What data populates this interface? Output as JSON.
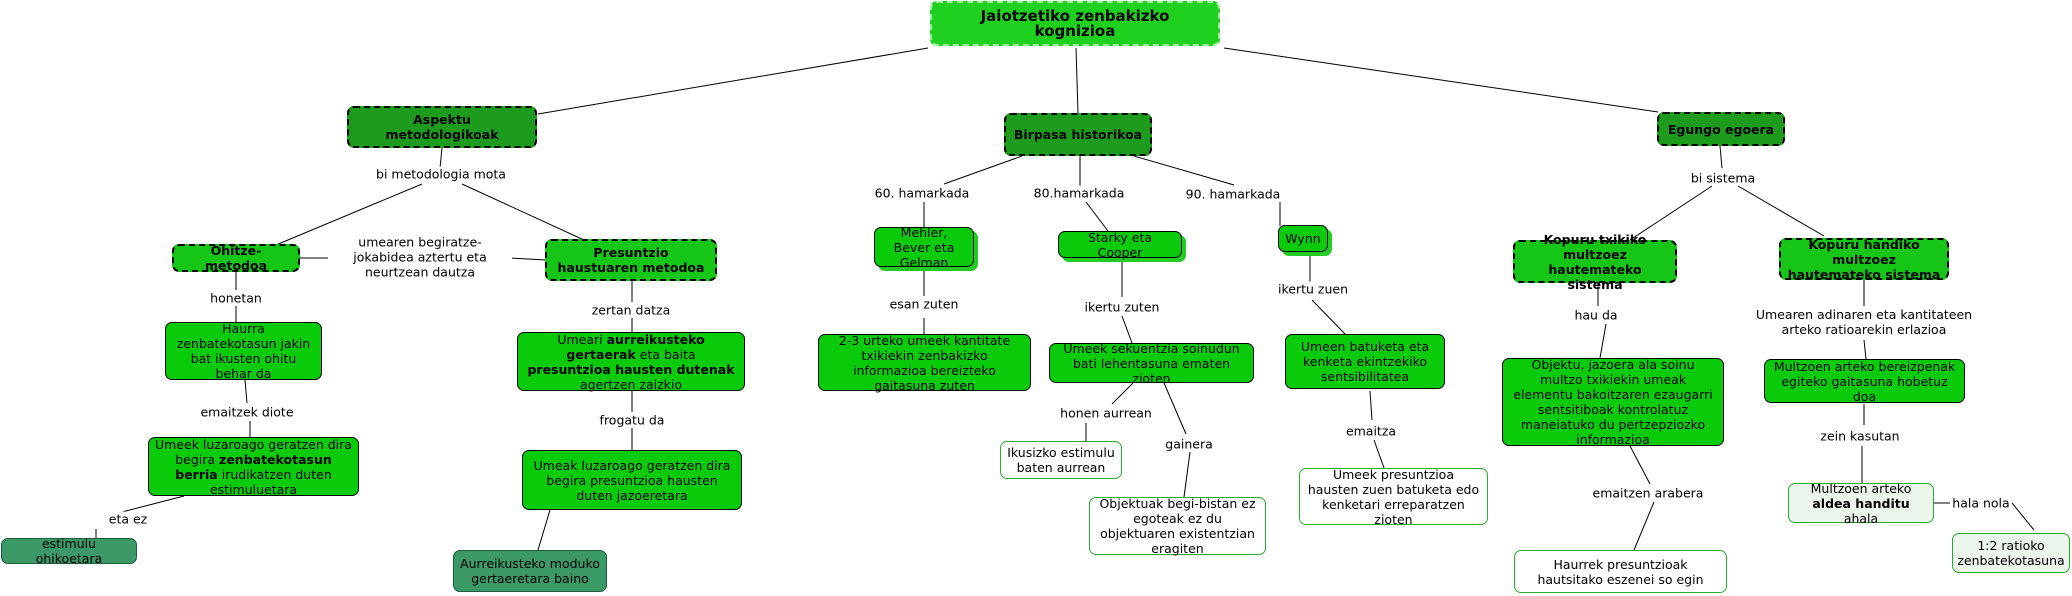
{
  "root": "Jaiotzetiko zenbakizko kognizioa",
  "aspektu": "Aspektu metodologikoak",
  "birpasa": "Birpasa historikoa",
  "egungo": "Egungo egoera",
  "labels": {
    "bi_metodologia": "bi metodologia mota",
    "umearen": "umearen begiratze-jokabidea aztertu eta neurtzean dautza",
    "honetan": "honetan",
    "zertan": "zertan datza",
    "emaitzek": "emaitzek diote",
    "frogatu": "frogatu da",
    "eta_ez": "eta ez",
    "h60": "60. hamarkada",
    "h80": "80.hamarkada",
    "h90": "90. hamarkada",
    "esan_zuten": "esan zuten",
    "ikertu_zuten": "ikertu zuten",
    "ikertu_zuen": "ikertu zuen",
    "honen_aurrean": "honen aurrean",
    "gainera": "gainera",
    "emaitza": "emaitza",
    "bi_sistema": "bi sistema",
    "hau_da": "hau da",
    "umearen_adin": "Umearen adinaren eta kantitateen arteko ratioarekin erlazioa",
    "emaitzen_arabera": "emaitzen arabera",
    "zein_kasutan": "zein kasutan",
    "hala_nola": "hala nola"
  },
  "nodes": {
    "ohitze": "Ohitze-metodoa",
    "presuntzio": "Presuntzio haustuaren metodoa",
    "haurra": "Haurra zenbatekotasun jakin bat ikusten ohitu behar da",
    "umeari_1": "Umeari ",
    "umeari_b1": "aurreikusteko gertaerak",
    "umeari_2": " eta baita ",
    "umeari_b2": "presuntzioa hausten dutenak",
    "umeari_3": " agertzen zaizkio",
    "umeek_luz1_1": "Umeek luzaroago geratzen dira begira ",
    "umeek_luz1_b": "zenbatekotasun berria",
    "umeek_luz1_2": " irudikatzen duten estimuluetara",
    "umeak_luz2": "Umeak luzaroago geratzen dira begira presuntzioa hausten duten jazoeretara",
    "estimulu": "estimulu ohikoetara",
    "aurreikusteko": "Aurreikusteko moduko gertaeretara baino",
    "mehler": "Mehler, Bever eta Gelman",
    "starky": "Starky eta Cooper",
    "wynn": "Wynn",
    "urteko": "2-3 urteko umeek kantitate txikiekin zenbakizko informazioa bereizteko gaitasuna zuten",
    "sekuentzia": "Umeek sekuentzia soinudun bati lehentasuna ematen zioten",
    "batuketa": "Umeen batuketa eta kenketa ekintzekiko sentsibilitatea",
    "ikusizko": "Ikusizko estimulu baten aurrean",
    "objektuak": "Objektuak begi-bistan ez egoteak ez du objektuaren existentzian eragiten",
    "presuntzioa_hausten": "Umeek presuntzioa hausten zuen batuketa edo kenketari erreparatzen zioten",
    "kopuru_txiki": "Kopuru txikiko multzoez hautemateko sistema",
    "kopuru_handi": "Kopuru handiko multzoez hautemateko sistema",
    "objektu": "Objektu, jazoera ala soinu multzo txikiekin umeak elementu bakoitzaren ezaugarri sentsitiboak kontrolatuz maneiatuko du pertzepziozko informazioa",
    "multzoen_bereiz": "Multzoen arteko bereizpenak egiteko gaitasuna hobetuz doa",
    "haurrek": "Haurrek presuntzioak hautsitako eszenei so egin",
    "multzoen_aldea_1": "Multzoen arteko ",
    "multzoen_aldea_b": "aldea handitu",
    "multzoen_aldea_2": " ahala",
    "ratioko": "1:2 ratioko zenbatekotasuna"
  },
  "colors": {
    "root": "#1fd01f",
    "category": "#1d9b1d",
    "node": "#0acb0a",
    "dark_node": "#3a9966",
    "pale_node": "#ebf5ec"
  }
}
